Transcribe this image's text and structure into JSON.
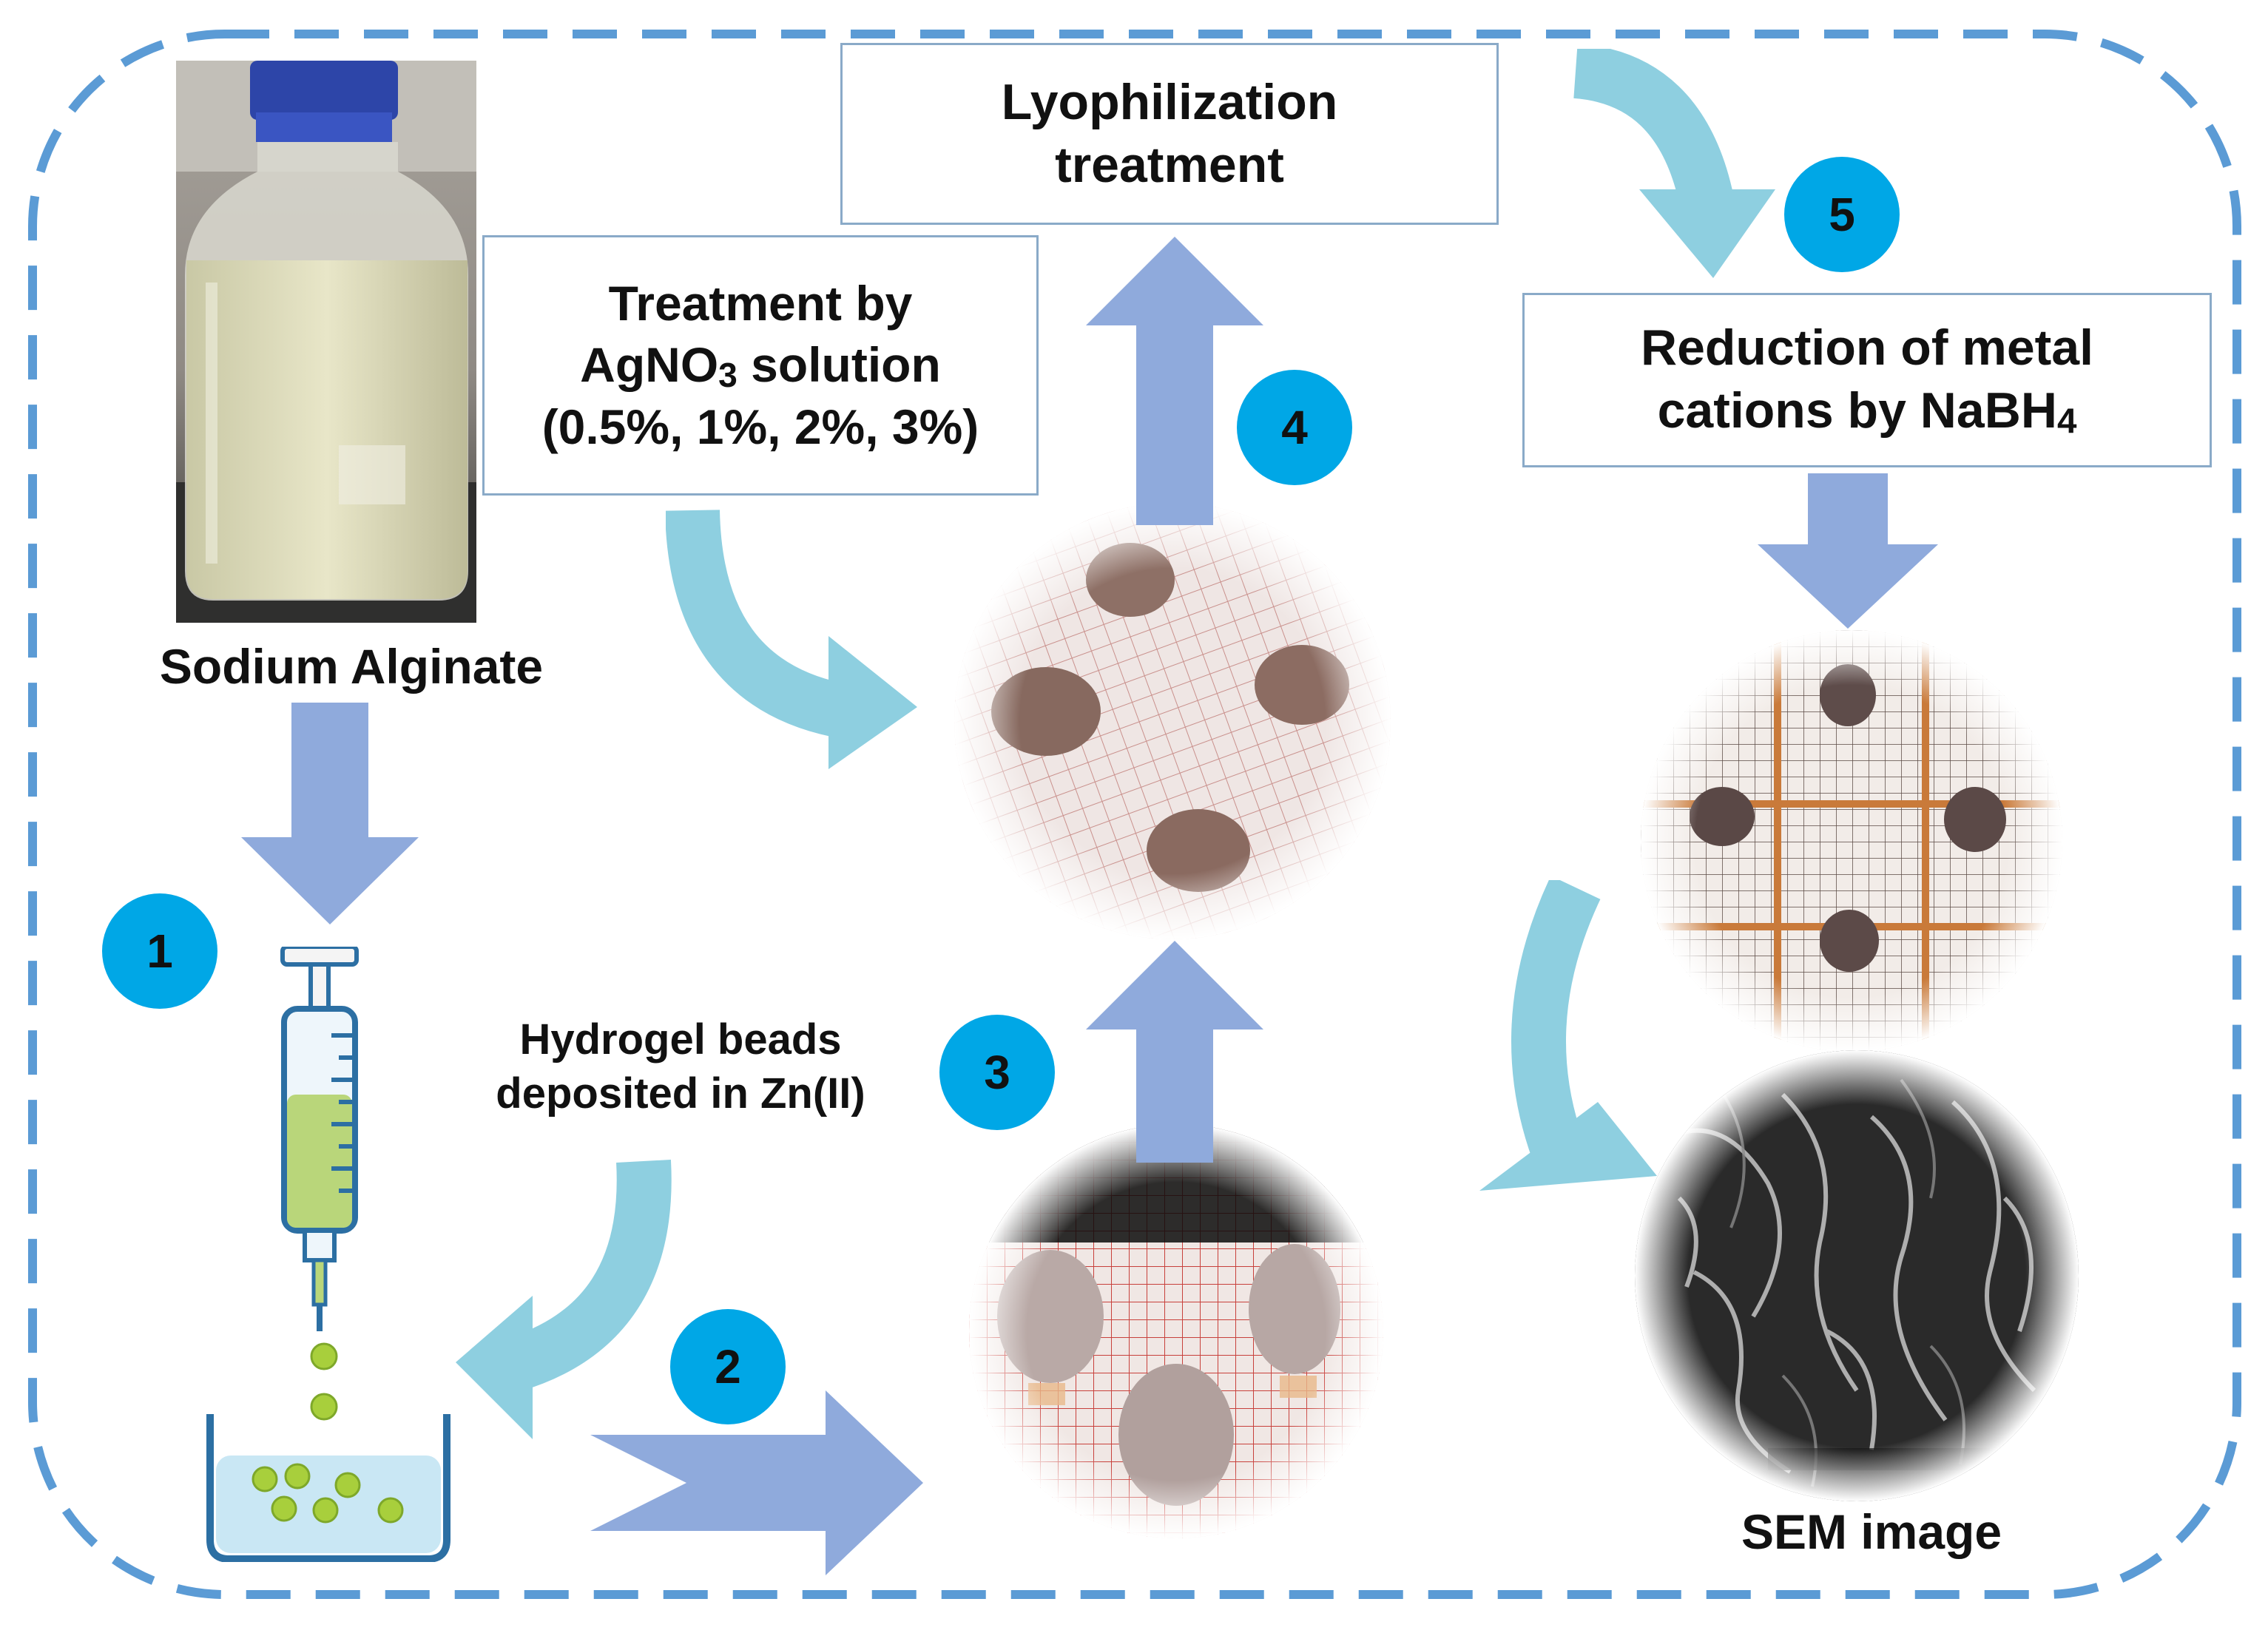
{
  "steps": {
    "step1": "1",
    "step2": "2",
    "step3": "3",
    "step4": "4",
    "step5": "5"
  },
  "labels": {
    "sodium_alginate": "Sodium Alginate",
    "hydrogel_line1": "Hydrogel beads",
    "hydrogel_line2": "deposited in Zn(II)",
    "lyophilization_line1": "Lyophilization",
    "lyophilization_line2": "treatment",
    "agno3_line1": "Treatment by",
    "agno3_line2_prefix": "AgNO",
    "agno3_line2_sub": "3",
    "agno3_line2_suffix": " solution",
    "agno3_line3": "(0.5%, 1%, 2%, 3%)",
    "reduction_line1": "Reduction of metal",
    "reduction_line2_prefix": "cations by NaBH",
    "reduction_line2_sub": "4",
    "sem_image": "SEM image"
  },
  "colors": {
    "dashed_border": "#5b9bd5",
    "block_arrow": "#8faadc",
    "curved_arrow": "#8ecfe0",
    "badge": "#00a7e6"
  }
}
